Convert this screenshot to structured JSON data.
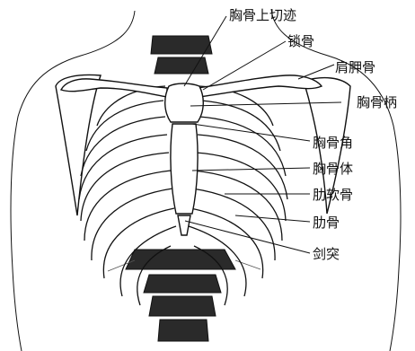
{
  "labels": {
    "jugular_notch": "胸骨上切迹",
    "clavicle": "锁骨",
    "scapula": "肩胛骨",
    "manubrium": "胸骨柄",
    "sternal_angle": "胸骨角",
    "sternum_body": "胸骨体",
    "costal_cartilage": "肋软骨",
    "rib": "肋骨",
    "xiphoid": "剑突"
  }
}
